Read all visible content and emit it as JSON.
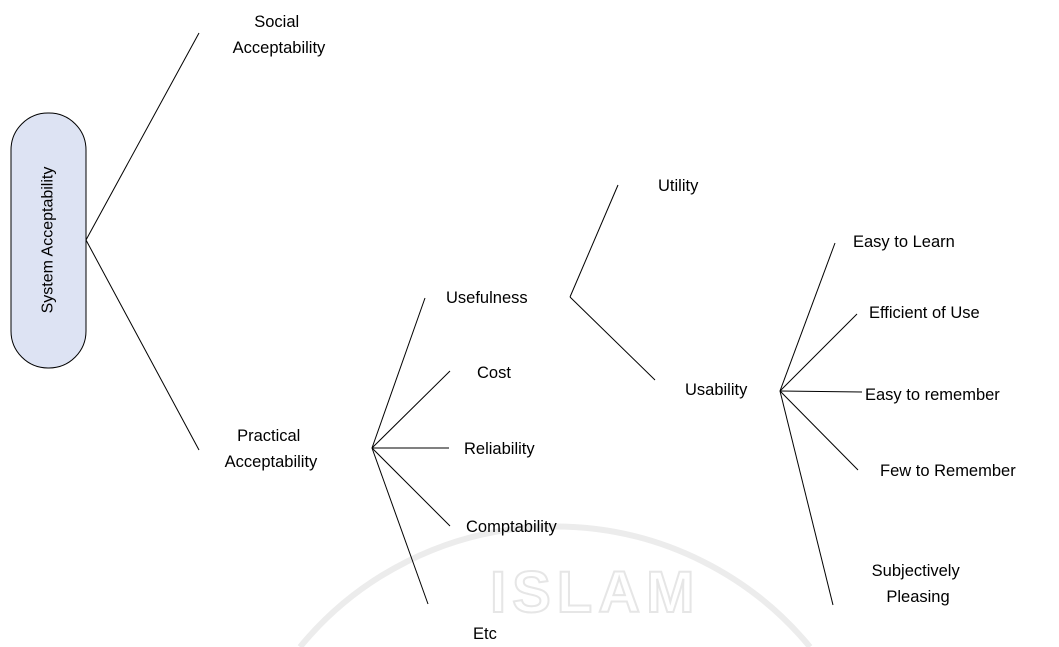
{
  "root": {
    "label": "System Acceptability",
    "fill_color": "#dde3f3"
  },
  "nodes": {
    "social": [
      "Social",
      "Acceptability"
    ],
    "practical": [
      "Practical",
      "Acceptability"
    ],
    "usefulness": "Usefulness",
    "cost": "Cost",
    "reliability": "Reliability",
    "compatibility": "Comptability",
    "etc": "Etc",
    "utility": "Utility",
    "usability": "Usability",
    "easy_to_learn": "Easy to Learn",
    "efficient_of_use": "Efficient of Use",
    "easy_to_remember": "Easy to remember",
    "few_to_remember": "Few to Remember",
    "subjectively_pleasing": [
      "Subjectively",
      "Pleasing"
    ]
  },
  "watermark": {
    "text": "ISLAM"
  }
}
